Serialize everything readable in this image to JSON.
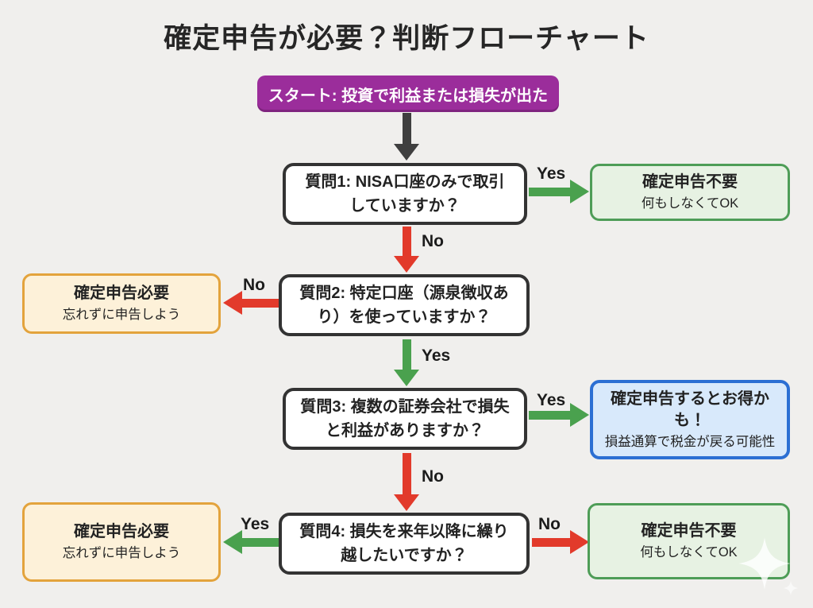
{
  "title": "確定申告が必要？判断フローチャート",
  "start": {
    "label": "スタート: 投資で利益または損失が出た"
  },
  "questions": [
    {
      "label": "質問1: NISA口座のみで取引していますか？"
    },
    {
      "label": "質問2: 特定口座（源泉徴収あり）を使っていますか？"
    },
    {
      "label": "質問3: 複数の証券会社で損失と利益がありますか？"
    },
    {
      "label": "質問4: 損失を来年以降に繰り越したいですか？"
    }
  ],
  "outcomes": {
    "no_filing_1": {
      "title": "確定申告不要",
      "subtitle": "何もしなくてOK"
    },
    "filing_required_1": {
      "title": "確定申告必要",
      "subtitle": "忘れずに申告しよう"
    },
    "beneficial": {
      "title": "確定申告するとお得かも！",
      "subtitle": "損益通算で税金が戻る可能性"
    },
    "filing_required_2": {
      "title": "確定申告必要",
      "subtitle": "忘れずに申告しよう"
    },
    "no_filing_2": {
      "title": "確定申告不要",
      "subtitle": "何もしなくてOK"
    }
  },
  "edges": {
    "q1_yes": "Yes",
    "q1_no": "No",
    "q2_no": "No",
    "q2_yes": "Yes",
    "q3_yes": "Yes",
    "q3_no": "No",
    "q4_yes": "Yes",
    "q4_no": "No"
  },
  "icons": {
    "sparkle": "sparkle-icon"
  },
  "colors": {
    "bg": "#f0efed",
    "purple": "#9b2d9b",
    "red": "#e23a2b",
    "green": "#4aa14e",
    "dark": "#3f3f3f",
    "qborder": "#333333",
    "greenBg": "#e7f2e3",
    "greenBorder": "#4e9d57",
    "orangeBg": "#fdf1d9",
    "orangeBorder": "#e3a33c",
    "blueBg": "#d8e9fb",
    "blueBorder": "#2b6fd3"
  }
}
